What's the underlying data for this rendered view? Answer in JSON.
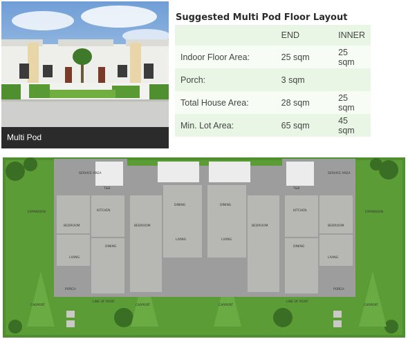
{
  "photo": {
    "caption": "Multi Pod"
  },
  "layout": {
    "title": "Suggested Multi Pod Floor Layout",
    "columns": [
      "",
      "END",
      "INNER"
    ],
    "rows": [
      {
        "label": "Indoor Floor Area:",
        "end": "25 sqm",
        "inner": "25 sqm"
      },
      {
        "label": "Porch:",
        "end": "3 sqm",
        "inner": ""
      },
      {
        "label": "Total House Area:",
        "end": "28 sqm",
        "inner": "25 sqm"
      },
      {
        "label": "Min. Lot Area:",
        "end": "65 sqm",
        "inner": "45 sqm"
      }
    ]
  },
  "plan": {
    "labels": {
      "service_area": "SERVICE AREA",
      "tb": "T&B",
      "kitchen": "KITCHEN",
      "bedroom": "BEDROOM",
      "dining": "DINING",
      "living": "LIVING",
      "porch": "PORCH",
      "carport": "CARPORT",
      "expansion": "EXPANSION",
      "line_of_roof": "LINE OF ROOF"
    }
  },
  "colors": {
    "table_band": "#eaf6e5",
    "table_band_alt": "#f7fcf5",
    "caption_bg": "#2b2b2b",
    "lawn": "#4f8f2f"
  }
}
